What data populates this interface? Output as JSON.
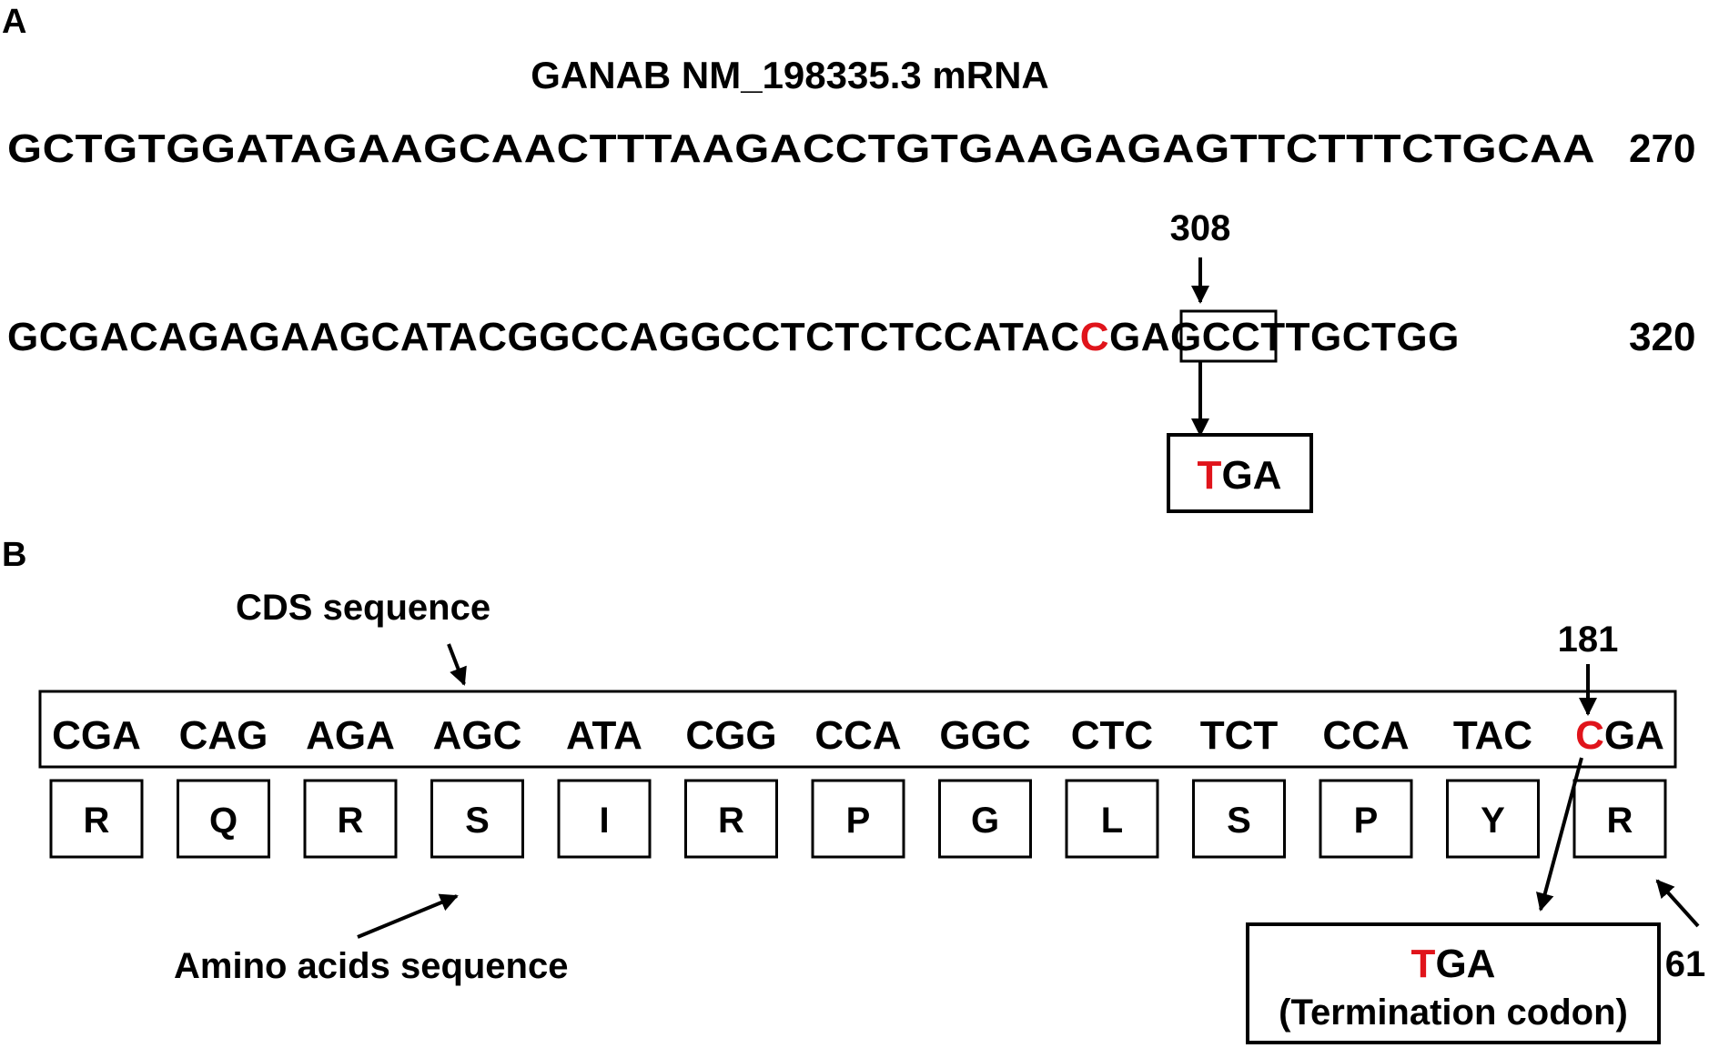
{
  "panelA": {
    "letter": "A",
    "title": "GANAB NM_198335.3 mRNA",
    "row1": {
      "sequence": "GCTGTGGATAGAAGCAACTTTAAGACCTGTGAAGAGAGTTCTTTCTGCAA",
      "number": "270"
    },
    "row2": {
      "before": "GCGACAGAGAAGCATACGGCCAGGCCTCTCTCCATAC",
      "mutated_base": "C",
      "after_in_box": "GA",
      "after": "GCCTTGCTGG",
      "number": "320"
    },
    "mutation_position": "308",
    "result_box": {
      "mutant_base": "T",
      "rest": "GA"
    }
  },
  "panelB": {
    "letter": "B",
    "cds_label": "CDS sequence",
    "codons": [
      "CGA",
      "CAG",
      "AGA",
      "AGC",
      "ATA",
      "CGG",
      "CCA",
      "GGC",
      "CTC",
      "TCT",
      "CCA",
      "TAC"
    ],
    "last_codon": {
      "mutated_base": "C",
      "rest": "GA"
    },
    "amino_acids": [
      "R",
      "Q",
      "R",
      "S",
      "I",
      "R",
      "P",
      "G",
      "L",
      "S",
      "P",
      "Y",
      "R"
    ],
    "mutation_position": "181",
    "aa_label": "Amino acids  sequence",
    "termination": {
      "mutant_base": "T",
      "rest": "GA",
      "caption": "(Termination codon)"
    },
    "aa_position": "61"
  },
  "colors": {
    "mutation": "#e0141b",
    "text": "#000000",
    "background": "#ffffff"
  }
}
